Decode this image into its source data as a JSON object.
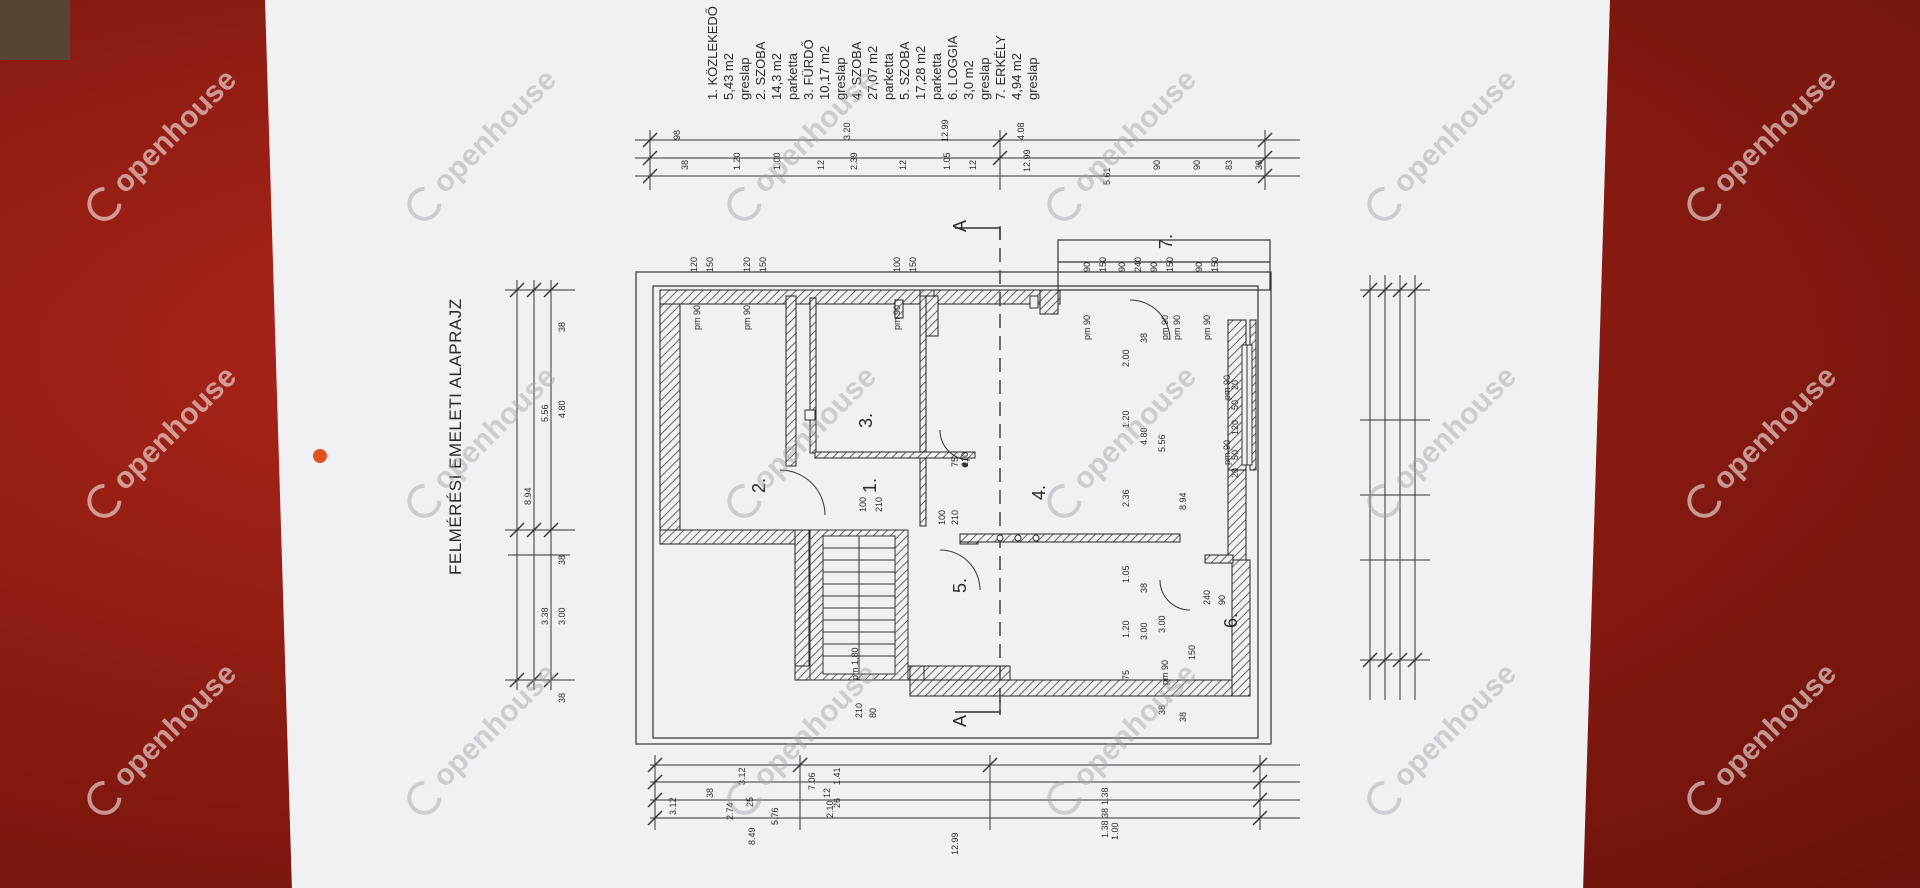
{
  "title": "FELMÉRÉSI EMELETI ALAPRAJZ",
  "legend": [
    "1. KÖZLEKEDŐ",
    "5,43 m2",
    "greslap",
    "2. SZOBA",
    "14,3 m2",
    "parketta",
    "3. FÜRDŐ",
    "10,17 m2",
    "greslap",
    "4. SZOBA",
    "27,07 m2",
    "parketta",
    "5. SZOBA",
    "17,28 m2",
    "parketta",
    "6. LOGGIA",
    "3,0 m2",
    "greslap",
    "7. ERKÉLY",
    "4,94 m2",
    "greslap"
  ],
  "room_numbers": [
    "1.",
    "2.",
    "3.",
    "4.",
    "5.",
    "6.",
    "7."
  ],
  "section_label": "A",
  "watermark": "openhouse",
  "dims": {
    "top_total": "8.94",
    "top_b": "5.56",
    "top_c": "4.80",
    "top_d": "38",
    "top_e": "38",
    "top_f": "3.38",
    "top_g": "3.00",
    "top_h": "38",
    "bot_total": "8.94",
    "bot_556": "5.56",
    "bot_480": "4.80",
    "bot_38": "38",
    "bot_200": "2.00",
    "bot_120b": "1.20",
    "bot_236": "2.36",
    "bot_105": "1.05",
    "bot_120": "1.20",
    "bot_75": "75",
    "bot_300": "3.00",
    "bot_300b": "3.00",
    "bot_38b": "38",
    "bot_38c": "38",
    "bot_38d": "38",
    "left_1299": "12.99",
    "left_849": "8.49",
    "left_312": "3.12",
    "left_312b": "3.12",
    "left_576": "5.76",
    "left_706": "7.06",
    "left_274": "2.74",
    "left_210": "2.10",
    "left_141": "1.41",
    "left_138": "1.38",
    "left_138b": "1.38",
    "left_100": "1.00",
    "left_25": "25",
    "left_12": "12",
    "left_38": "38",
    "left_38b": "38",
    "left_26": "26",
    "right_1299": "12.99",
    "right_408": "4.08",
    "right_320": "3.20",
    "right_120": "1.20",
    "right_100": "1.00",
    "right_239": "2.39",
    "right_12": "12",
    "right_12b": "12",
    "right_12c": "12",
    "right_105": "1.05",
    "right_90": "90",
    "right_90b": "90",
    "right_561": "5.61",
    "right_83": "83",
    "right_38": "38",
    "right_38b": "38",
    "right_98": "98"
  },
  "openings": {
    "w1": "120",
    "w1b": "150",
    "w2": "120",
    "w2b": "150",
    "w3": "100",
    "w3b": "150",
    "w4": "90",
    "w4b": "150",
    "w5": "90",
    "w5b": "240",
    "w5c": "90",
    "w5d": "150",
    "w6": "90",
    "w6b": "150",
    "pm90a": "pm 90",
    "pm90b": "pm 90",
    "pm90c": "pm 90",
    "pm90d": "pm 90",
    "pm90e": "pm 90",
    "pm90f": "pm 90",
    "pm90g": "pm 90",
    "pm90h": "pm 90",
    "pm90i": "pm 90",
    "pm90j": "pm 90",
    "pm180": "pm 1,80",
    "d100": "100",
    "d210": "210",
    "d75": "75",
    "d210b": "210",
    "d100b": "100",
    "d210c": "210",
    "g20a": "20",
    "g50a": "50",
    "g120a": "120",
    "g50b": "50",
    "g20b": "20",
    "g240": "240",
    "g90": "90",
    "g150": "150",
    "s210": "210",
    "s80": "80"
  },
  "colors": {
    "table": "#8e1c12",
    "paper": "#f1f1f3",
    "ink": "#2a2a2a",
    "hatch": "#444444"
  }
}
